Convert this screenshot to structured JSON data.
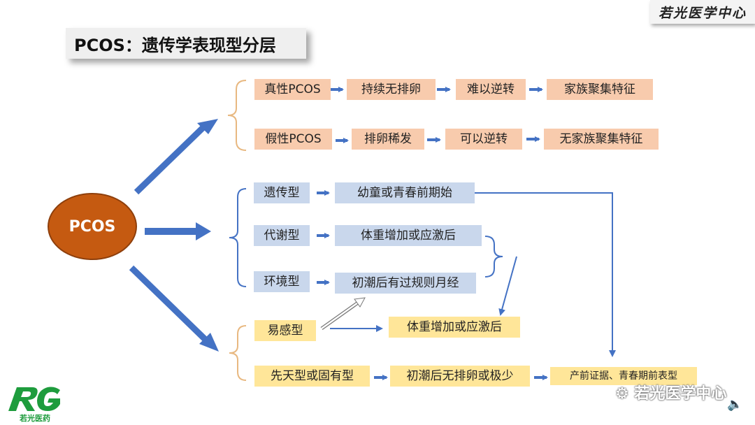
{
  "brand": "若光医学中心",
  "title": "PCOS：遗传学表现型分层",
  "center": "PCOS",
  "group1": {
    "true_row": [
      "真性PCOS",
      "持续无排卵",
      "难以逆转",
      "家族聚集特征"
    ],
    "false_row": [
      "假性PCOS",
      "排卵稀发",
      "可以逆转",
      "无家族聚集特征"
    ]
  },
  "group2": {
    "genetic": [
      "遗传型",
      "幼童或青春前期始"
    ],
    "metabolic": [
      "代谢型",
      "体重增加或应激后"
    ],
    "environment": [
      "环境型",
      "初潮后有过规则月经"
    ]
  },
  "group3": {
    "susceptible": [
      "易感型",
      "体重增加或应激后"
    ],
    "congenital": [
      "先天型或固有型",
      "初潮后无排卵或极少",
      "产前证据、青春期前表型"
    ]
  },
  "watermark": "若光医学中心",
  "logo_text": "若光医药",
  "colors": {
    "pink": "#f8cbad",
    "blue": "#c9d7ec",
    "yellow": "#ffe699",
    "arrow": "#4472c4",
    "brace": "#e8b880",
    "ellipse": "#c55a11"
  }
}
